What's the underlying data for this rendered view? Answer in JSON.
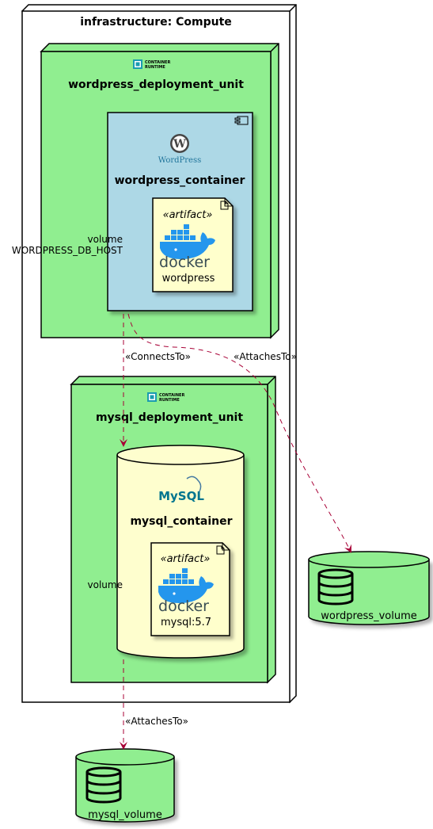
{
  "infrastructure": {
    "title": "infrastructure: Compute"
  },
  "wordpress_unit": {
    "logo_line1": "CONTAINER",
    "logo_line2": "RUNTIME",
    "title": "wordpress_deployment_unit",
    "container": {
      "logo_text": "WordPress",
      "title": "wordpress_container",
      "artifact": {
        "stereotype": "«artifact»",
        "logo_text": "docker",
        "label": "wordpress"
      }
    },
    "port_label_line1": "volume",
    "port_label_line2": "WORDPRESS_DB_HOST"
  },
  "mysql_unit": {
    "logo_line1": "CONTAINER",
    "logo_line2": "RUNTIME",
    "title": "mysql_deployment_unit",
    "container": {
      "logo_text": "MySQL",
      "title": "mysql_container",
      "artifact": {
        "stereotype": "«artifact»",
        "logo_text": "docker",
        "label": "mysql:5.7"
      }
    },
    "port_label": "volume"
  },
  "volumes": {
    "wordpress": "wordpress_volume",
    "mysql": "mysql_volume"
  },
  "edges": {
    "connects_to": "«ConnectsTo»",
    "wp_attaches_to": "«AttachesTo»",
    "mysql_attaches_to": "«AttachesTo»"
  },
  "colors": {
    "node_green": "#90ee90",
    "container_blue": "#add8e6",
    "artifact_yellow": "#ffffcc",
    "db_cream": "#fefece",
    "edge": "#a80036",
    "docker_blue": "#2496ed"
  },
  "icons": [
    "container-runtime-icon",
    "wordpress-logo-icon",
    "mysql-logo-icon",
    "docker-logo-icon",
    "database-icon"
  ]
}
